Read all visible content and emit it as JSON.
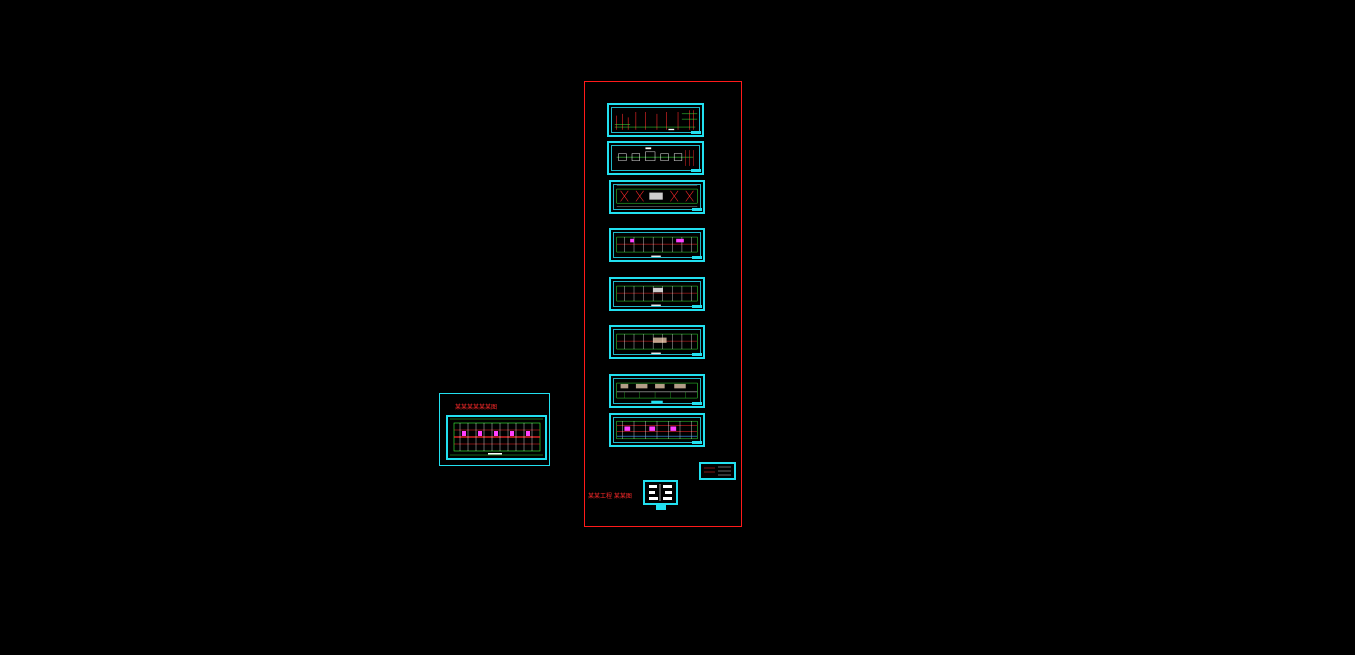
{
  "canvas": {
    "background": "#000000"
  },
  "colors": {
    "frame_red": "#ff1a1a",
    "sheet_cyan": "#22e0f0",
    "line_green": "#3cff3c",
    "line_red": "#ff2a2a",
    "line_white": "#ffffff",
    "line_magenta": "#ff40ff",
    "line_yellow": "#ffff40"
  },
  "left_sheet": {
    "title": "某某某某某某图"
  },
  "stack_label": "某某工程 某某图",
  "sheets": [
    {
      "id": "sheet-1",
      "kind": "elevation-sections"
    },
    {
      "id": "sheet-2",
      "kind": "elevation"
    },
    {
      "id": "sheet-3",
      "kind": "floor-plan"
    },
    {
      "id": "sheet-4",
      "kind": "floor-plan"
    },
    {
      "id": "sheet-5",
      "kind": "floor-plan"
    },
    {
      "id": "sheet-6",
      "kind": "floor-plan"
    },
    {
      "id": "sheet-7",
      "kind": "floor-plan"
    },
    {
      "id": "sheet-8",
      "kind": "floor-plan"
    }
  ]
}
